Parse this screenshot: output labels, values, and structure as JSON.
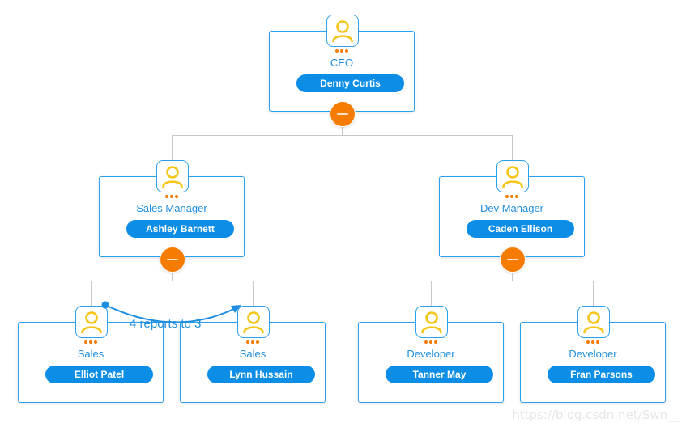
{
  "org_chart": {
    "nodes": [
      {
        "id": "ceo",
        "role": "CEO",
        "name": "Denny Curtis",
        "collapse": "—"
      },
      {
        "id": "sales",
        "role": "Sales Manager",
        "name": "Ashley Barnett",
        "collapse": "—"
      },
      {
        "id": "dev",
        "role": "Dev Manager",
        "name": "Caden Ellison",
        "collapse": "—"
      },
      {
        "id": "s1",
        "role": "Sales",
        "name": "Elliot Patel"
      },
      {
        "id": "s2",
        "role": "Sales",
        "name": "Lynn Hussain"
      },
      {
        "id": "d1",
        "role": "Developer",
        "name": "Tanner May"
      },
      {
        "id": "d2",
        "role": "Developer",
        "name": "Fran Parsons"
      }
    ],
    "link_label": "4 reports to 3",
    "link_color": "#1e8ee0"
  },
  "colors": {
    "card_border": "#2aa0ee",
    "pill": "#0c8ee6",
    "role_text": "#1e8ee0",
    "accent": "#f57c00",
    "avatar_icon": "#f5c518",
    "connector": "#c8c8c8"
  },
  "icons": {
    "avatar": "person-icon",
    "collapse": "minus-icon"
  },
  "watermark": "https://blog.csdn.net/Swn__"
}
